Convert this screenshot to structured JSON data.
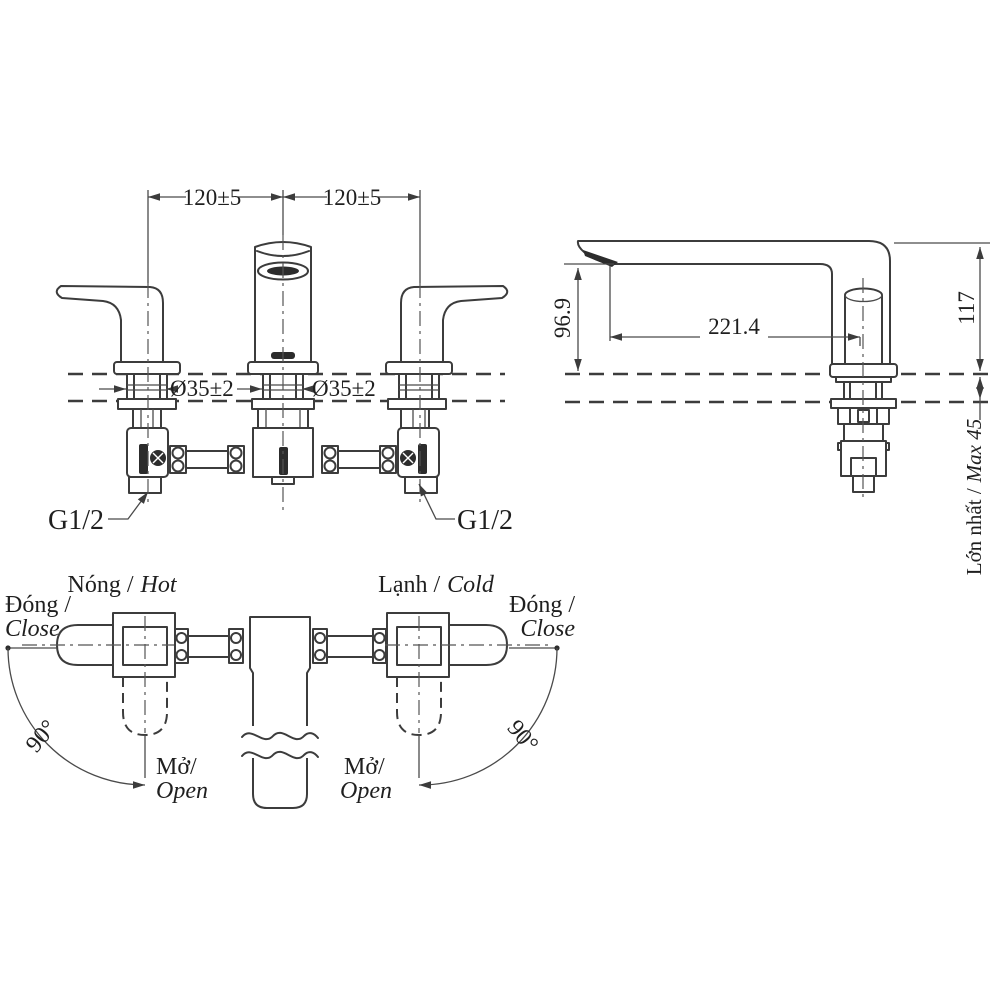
{
  "front": {
    "dim_left": "120±5",
    "dim_right": "120±5",
    "dia_left": "Ø35±2",
    "dia_center": "Ø35±2",
    "g_left": "G1/2",
    "g_right": "G1/2"
  },
  "side": {
    "spout_height": "96.9",
    "reach": "221.4",
    "height": "117",
    "max_vi": "Lớn nhất /",
    "max_en": "Max 45"
  },
  "plan": {
    "hot_vi": "Nóng /",
    "hot_en": "Hot",
    "cold_vi": "Lạnh /",
    "cold_en": "Cold",
    "close_left_vi": "Đóng /",
    "close_left_en": "Close",
    "close_right_vi": "Đóng /",
    "close_right_en": "Close",
    "open_left_vi": "Mở/",
    "open_left_en": "Open",
    "open_right_vi": "Mở/",
    "open_right_en": "Open",
    "angle_left": "90°",
    "angle_right": "90°"
  },
  "colors": {
    "line": "#3c3c3c",
    "text": "#1f1f1f",
    "background": "#ffffff"
  }
}
